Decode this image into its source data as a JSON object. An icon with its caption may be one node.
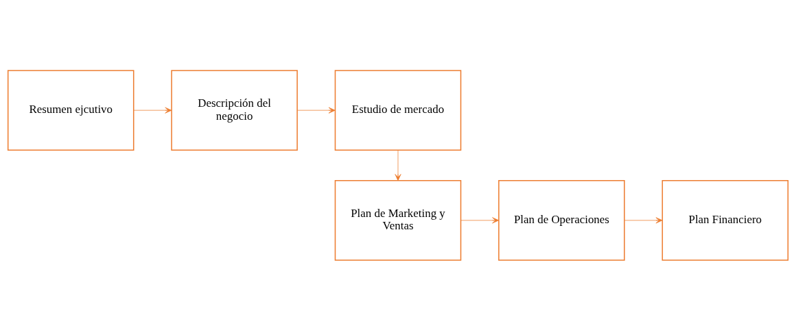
{
  "diagram": {
    "nodes": [
      {
        "text": [
          "Resumen ejcutivo"
        ]
      },
      {
        "text": [
          "Descripción del negocio"
        ]
      },
      {
        "text": [
          "Estudio de mercado"
        ]
      },
      {
        "text": [
          "Plan de Marketing y Ventas"
        ]
      },
      {
        "text": [
          "Plan de Operaciones"
        ]
      },
      {
        "text": [
          "Plan Financiero"
        ]
      }
    ],
    "edges": [
      {
        "from": 0,
        "to": 1,
        "arrow": "to"
      },
      {
        "from": 1,
        "to": 2,
        "arrow": "to"
      },
      {
        "from": 2,
        "to": 3,
        "arrow": "to"
      },
      {
        "from": 3,
        "to": 4,
        "arrow": "to"
      },
      {
        "from": 4,
        "to": 5,
        "arrow": "to"
      }
    ]
  }
}
